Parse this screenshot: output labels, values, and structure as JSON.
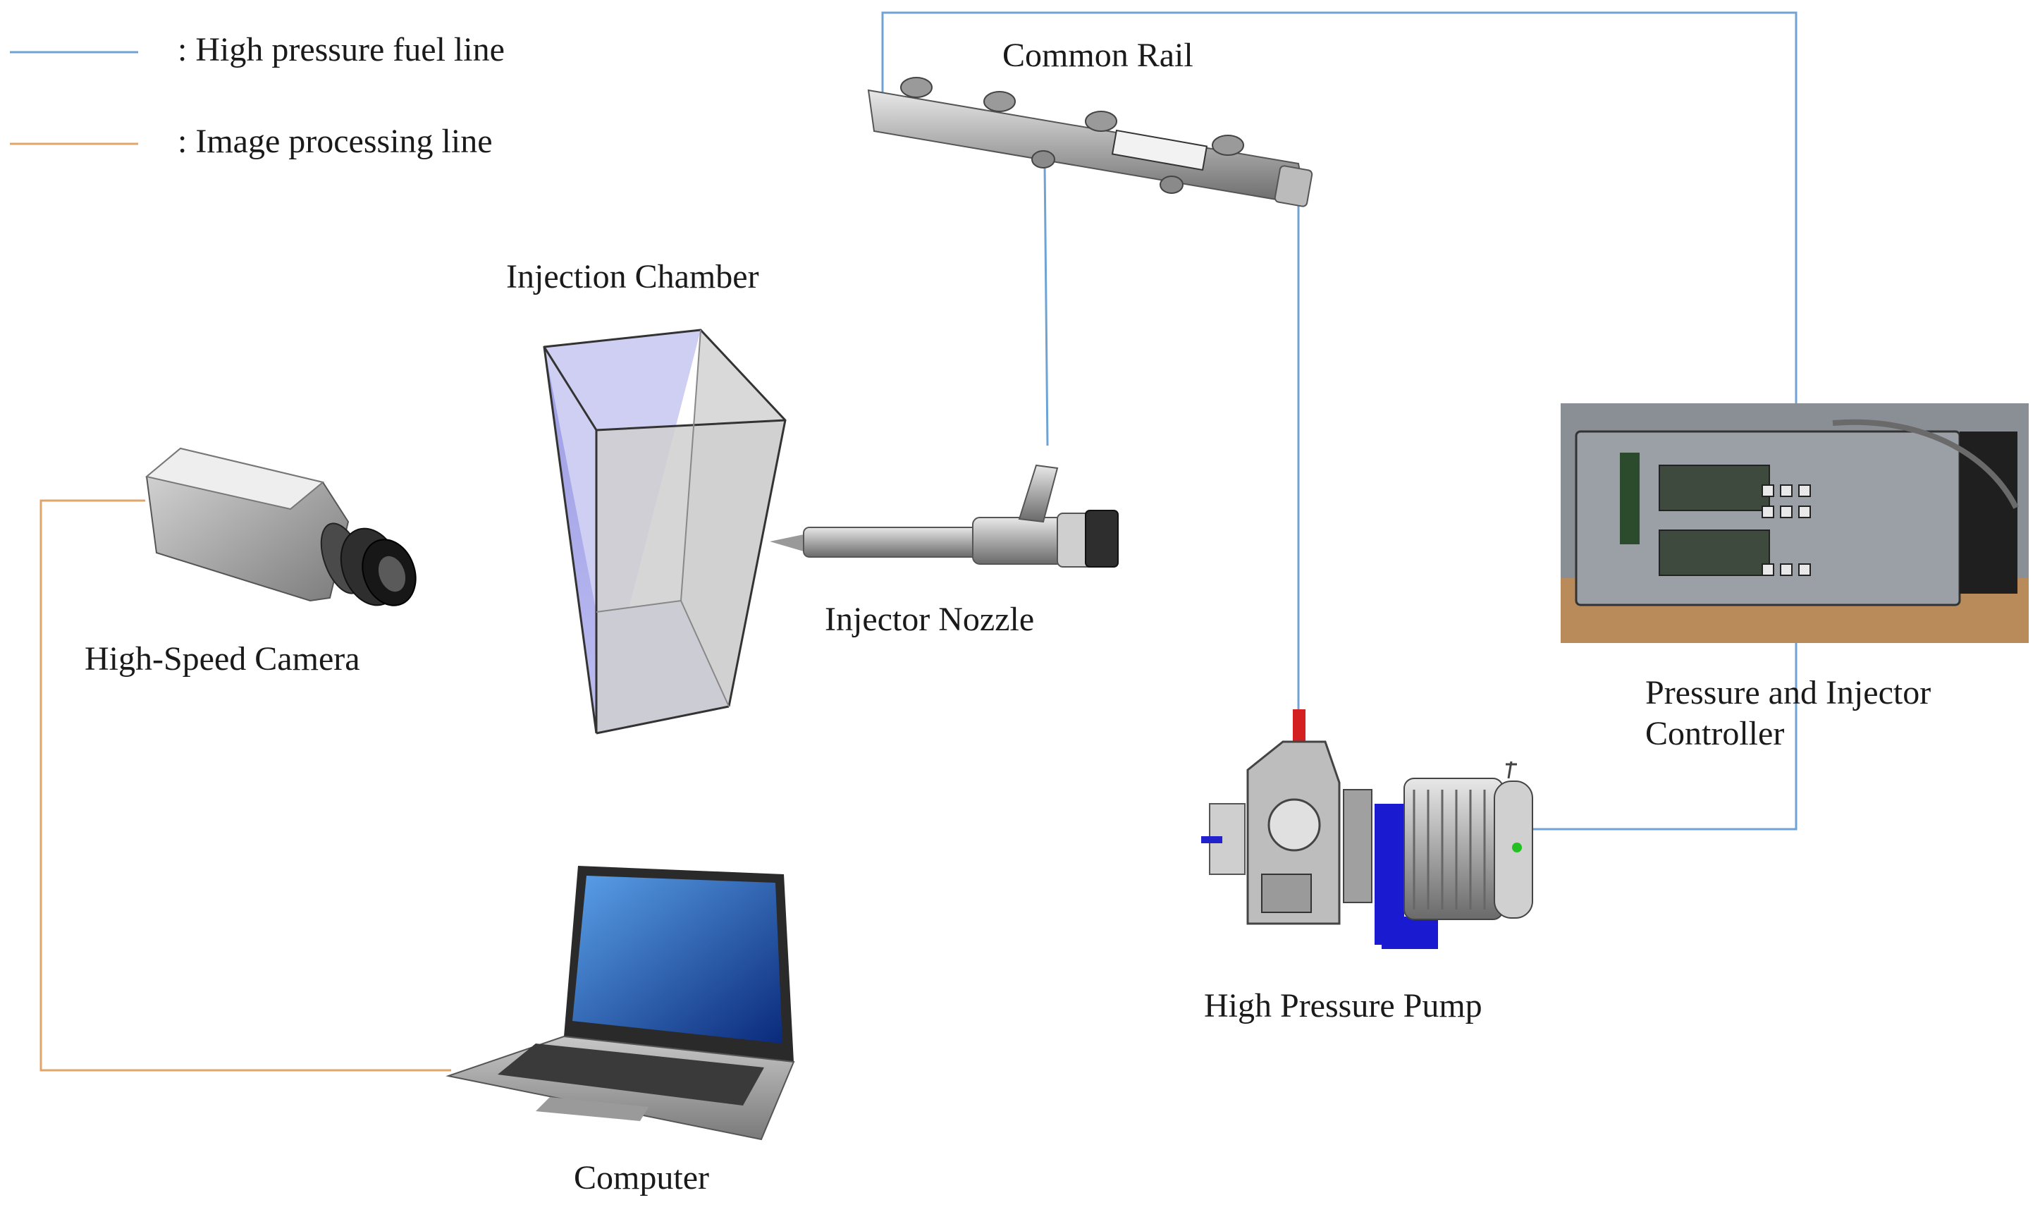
{
  "legend": {
    "items": [
      {
        "text": ": High pressure fuel line",
        "color": "#6fa3d4"
      },
      {
        "text": ": Image processing line",
        "color": "#e0a56b"
      }
    ]
  },
  "components": {
    "common_rail": "Common Rail",
    "injection_chamber": "Injection Chamber",
    "injector_nozzle": "Injector Nozzle",
    "high_speed_camera": "High-Speed Camera",
    "controller": "Pressure and Injector\nController",
    "high_pressure_pump": "High Pressure Pump",
    "computer": "Computer"
  },
  "colors": {
    "fuel_line": "#6fa3d4",
    "image_line": "#e0a56b",
    "chamber_fill": "#b8b8f0"
  }
}
